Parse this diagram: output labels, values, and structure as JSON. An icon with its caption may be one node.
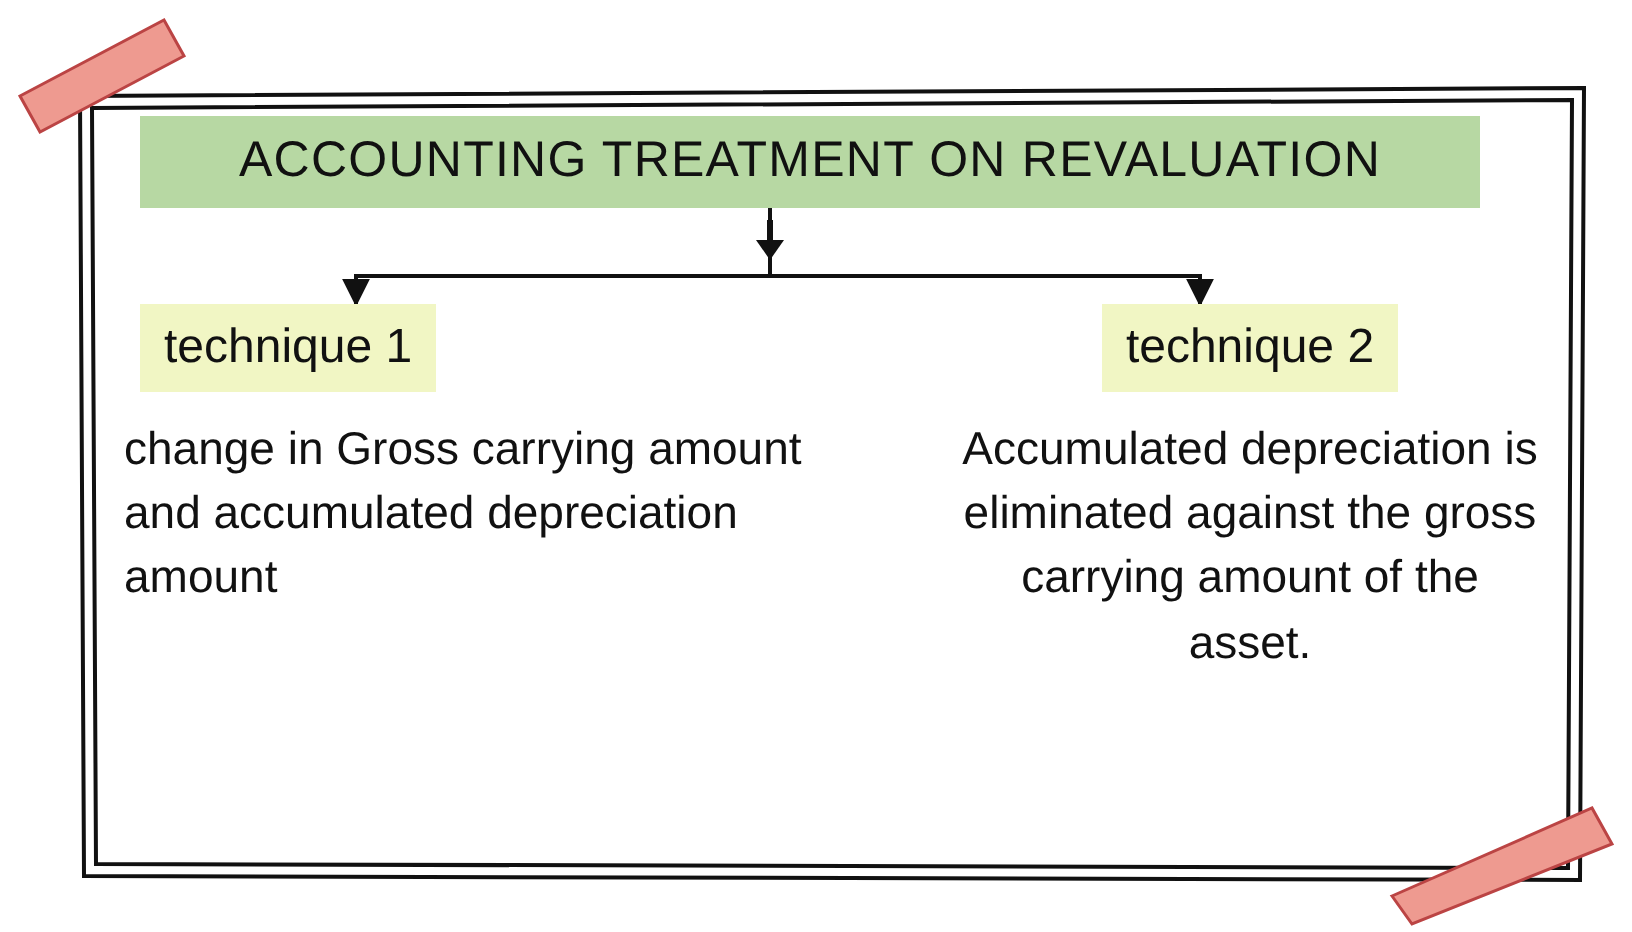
{
  "diagram": {
    "nodes": [
      {
        "text": [
          "ACCOUNTING TREATMENT ON REVALUATION"
        ]
      },
      {
        "text": [
          "technique 1",
          "change in Gross carrying amount and accumulated depreciation amount"
        ]
      },
      {
        "text": [
          "technique 2",
          "Accumulated depreciation is eliminated against the gross carrying amount of the asset."
        ]
      }
    ],
    "edges": [
      {
        "from": 0,
        "to": 1,
        "arrow": "to"
      },
      {
        "from": 0,
        "to": 2,
        "arrow": "to"
      }
    ]
  }
}
